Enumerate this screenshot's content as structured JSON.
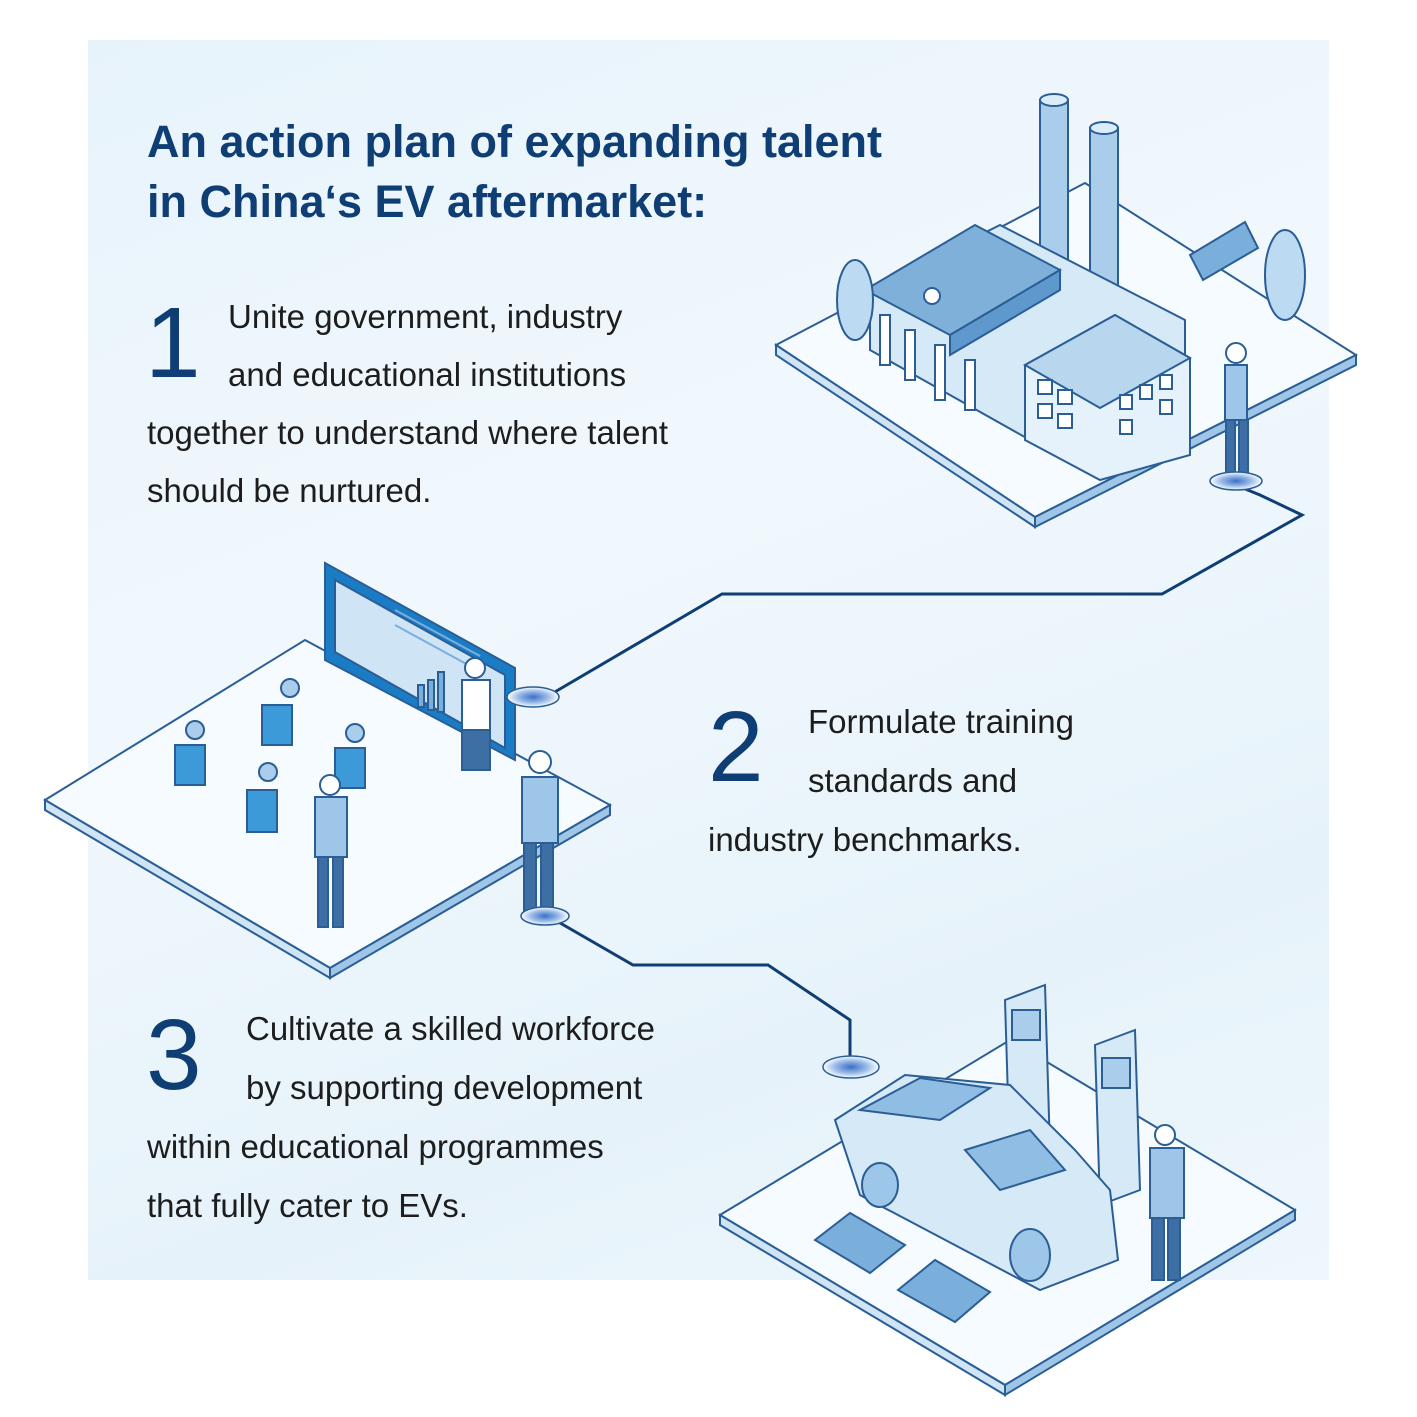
{
  "title": {
    "line1": "An action plan of expanding talent",
    "line2": "in China‘s EV aftermarket:"
  },
  "steps": [
    {
      "number": "1",
      "lines": [
        "Unite government, industry",
        "and educational institutions",
        "together to understand where talent",
        "should be nurtured."
      ]
    },
    {
      "number": "2",
      "lines": [
        "Formulate training",
        "standards and",
        "industry benchmarks."
      ]
    },
    {
      "number": "3",
      "lines": [
        "Cultivate a skilled workforce",
        "by supporting development",
        "within educational programmes",
        "that fully cater to EVs."
      ]
    }
  ],
  "colors": {
    "title": "#0f3e75",
    "accent": "#1565a8",
    "illustration_fill": "#b9d9f0",
    "connector": "#0f3e75"
  }
}
